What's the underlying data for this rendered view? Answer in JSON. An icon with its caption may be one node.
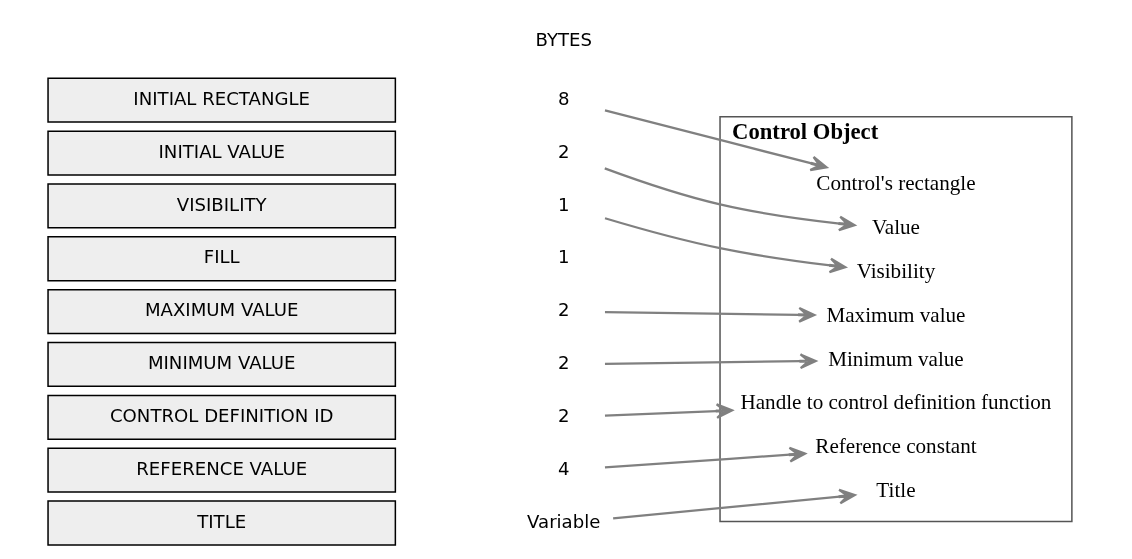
{
  "diagram": {
    "nodes": [
      {
        "text": [
          "INITIAL RECTANGLE"
        ]
      },
      {
        "text": [
          "8"
        ]
      },
      {
        "text": [
          "INITIAL VALUE"
        ]
      },
      {
        "text": [
          "2"
        ]
      },
      {
        "text": [
          "VISIBILITY"
        ]
      },
      {
        "text": [
          "1"
        ]
      },
      {
        "text": [
          "FILL"
        ]
      },
      {
        "text": [
          "1"
        ]
      },
      {
        "text": [
          "MAXIMUM VALUE"
        ]
      },
      {
        "text": [
          "2"
        ]
      },
      {
        "text": [
          "MINIMUM VALUE"
        ]
      },
      {
        "text": [
          "2"
        ]
      },
      {
        "text": [
          "CONTROL DEFINITION ID"
        ]
      },
      {
        "text": [
          "2"
        ]
      },
      {
        "text": [
          "REFERENCE VALUE"
        ]
      },
      {
        "text": [
          "4"
        ]
      },
      {
        "text": [
          "TITLE"
        ]
      },
      {
        "text": [
          "Variable"
        ]
      },
      {
        "text": [
          "Control Object"
        ]
      },
      {
        "text": [
          "Control's rectangle"
        ],
        "in": 18
      },
      {
        "text": [
          "Visibility"
        ],
        "in": 18
      },
      {
        "text": [
          "Value"
        ],
        "in": 18
      },
      {
        "text": [
          "Minimum value"
        ],
        "in": 18
      },
      {
        "text": [
          "Maximum value"
        ],
        "in": 18
      },
      {
        "text": [
          "Handle to control definition function"
        ],
        "in": 18
      },
      {
        "text": [
          "Reference constant"
        ],
        "in": 18
      },
      {
        "text": [
          "Title"
        ],
        "in": 18
      }
    ],
    "edges": [
      {
        "from": 1,
        "to": 19,
        "arrow": "to"
      },
      {
        "from": 3,
        "to": 21,
        "arrow": "to"
      },
      {
        "from": 5,
        "to": 20,
        "arrow": "to"
      },
      {
        "from": 9,
        "to": 23,
        "arrow": "to"
      },
      {
        "from": 11,
        "to": 22,
        "arrow": "to"
      },
      {
        "from": 13,
        "to": 24,
        "arrow": "to"
      },
      {
        "from": 15,
        "to": 25,
        "arrow": "to"
      },
      {
        "from": 17,
        "to": 26,
        "arrow": "to"
      }
    ],
    "labels": [
      "BYTES"
    ]
  }
}
